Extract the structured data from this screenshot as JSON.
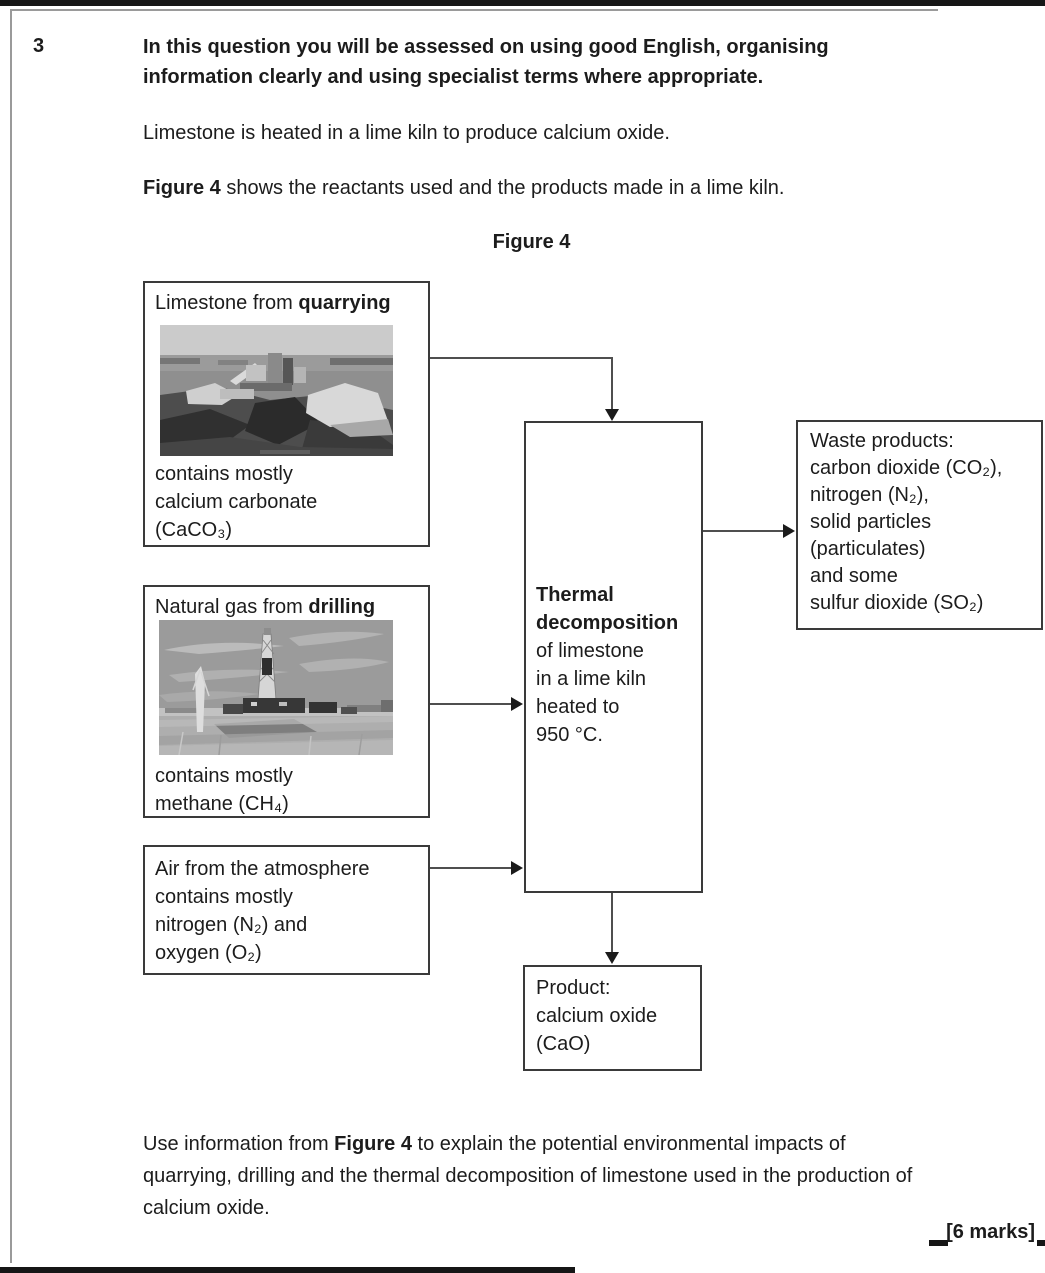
{
  "document": {
    "question_number": "3",
    "preamble": {
      "line1": "In this question you will be assessed on using good English, organising",
      "line2": "information clearly and using specialist terms where appropriate."
    },
    "intro": "Limestone is heated in a lime kiln to produce calcium oxide.",
    "figure_ref": {
      "bold": "Figure 4",
      "rest": " shows the reactants used and the products made in a lime kiln."
    },
    "figure_title": "Figure 4",
    "task": {
      "line1_pre": "Use information from ",
      "line1_bold": "Figure 4",
      "line1_post": " to explain the potential environmental impacts of",
      "line2": "quarrying, drilling and the thermal decomposition of limestone used in the production of",
      "line3": "calcium oxide."
    },
    "marks": "[6 marks]"
  },
  "figure": {
    "quarry": {
      "title_pre": "Limestone from ",
      "title_bold": "quarrying",
      "photo_name": "quarry-photo",
      "caption": {
        "l1": "contains mostly",
        "l2": "calcium carbonate",
        "l3": "(CaCO₃)"
      }
    },
    "gas": {
      "title_pre": "Natural gas from ",
      "title_bold": "drilling",
      "photo_name": "drilling-rig-photo",
      "caption": {
        "l1": "contains mostly",
        "l2": "methane (CH₄)"
      }
    },
    "air": {
      "l1": "Air from the atmosphere",
      "l2": "contains mostly",
      "l3": "nitrogen (N₂) and",
      "l4": "oxygen (O₂)"
    },
    "kiln": {
      "b1": "Thermal",
      "b2": "decomposition",
      "l1": "of limestone",
      "l2": "in a lime kiln",
      "l3": "heated to",
      "l4": "950 °C."
    },
    "waste": {
      "l1": "Waste products:",
      "l2": "carbon dioxide (CO₂),",
      "l3": "nitrogen (N₂),",
      "l4": "solid particles",
      "l5": "(particulates)",
      "l6": "and some",
      "l7": "sulfur dioxide (SO₂)"
    },
    "product": {
      "l1": "Product:",
      "l2": "calcium oxide",
      "l3": "(CaO)"
    }
  },
  "colors": {
    "text": "#1c1c1c",
    "box_border": "#3a3a3a",
    "connector_line": "#4f4f4f",
    "arrowhead": "#1b1b1b",
    "page_frame": "#9a9a9a",
    "scan_strip": "#161616"
  }
}
